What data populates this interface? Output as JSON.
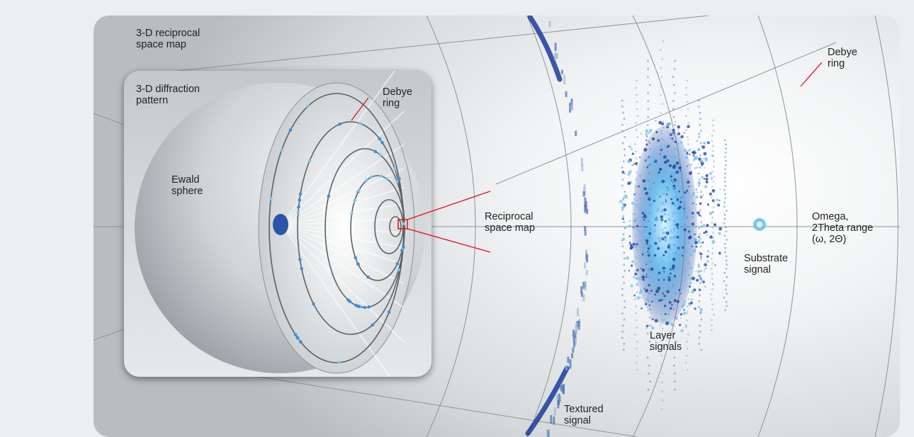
{
  "labels": {
    "map_title": "3-D reciprocal\nspace map",
    "pattern_title": "3-D diffraction\npattern",
    "ewald_sphere": "Ewald\nsphere",
    "debye_ring_inset": "Debye\nring",
    "debye_ring_main": "Debye\nring",
    "reciprocal_space_map": "Reciprocal\nspace map",
    "omega_range": "Omega,\n2Theta range\n(ω, 2Θ)",
    "substrate_signal": "Substrate\nsignal",
    "layer_signals": "Layer\nsignals",
    "textured_signal": "Textured\nsignal"
  },
  "colors": {
    "background": "#eceeef",
    "callout_line": "#e0101b",
    "signal_dark": "#1a3c9a",
    "signal_light": "#6fc0ee"
  }
}
